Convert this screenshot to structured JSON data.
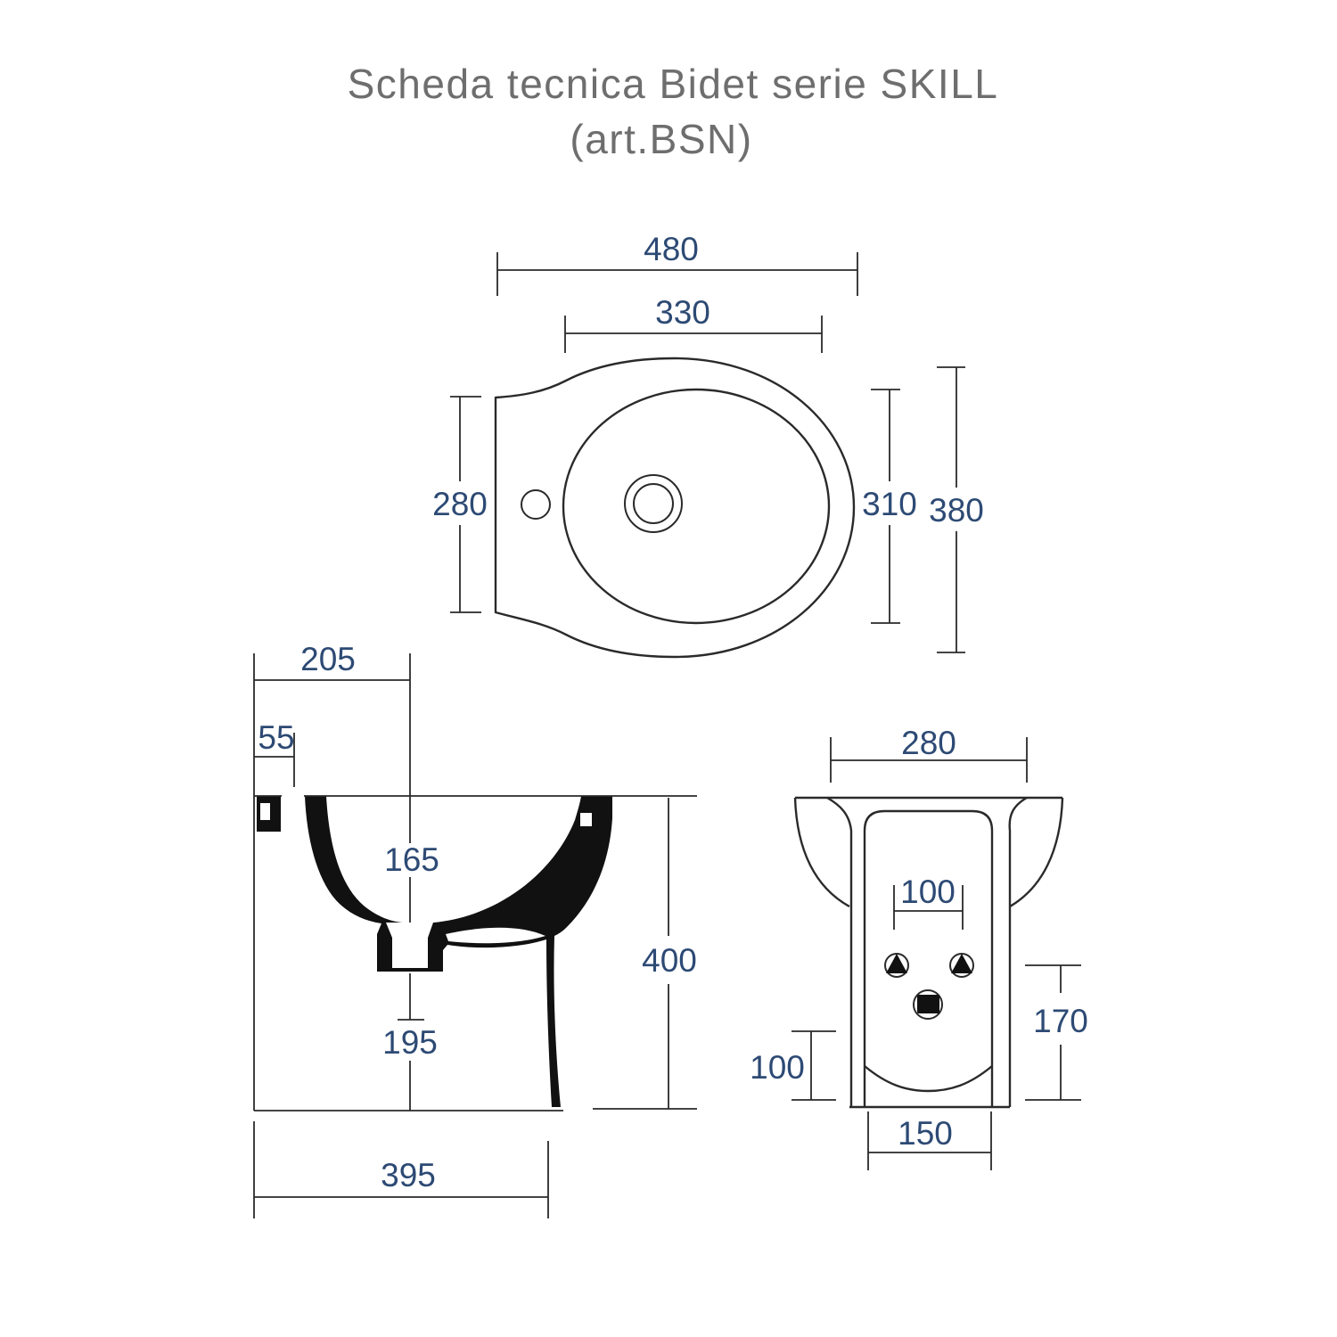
{
  "colors": {
    "dimension_text": "#2d4a74",
    "title_text": "#6e6e6e",
    "line": "#2a2a2a"
  },
  "title": {
    "line1": "Scheda tecnica Bidet serie SKILL",
    "line2": "(art.BSN)"
  },
  "top_view": {
    "width_overall": "480",
    "rim_width": "330",
    "back_edge_height": "280",
    "rim_height": "310",
    "height_overall": "380"
  },
  "side_view": {
    "drain_center_from_back": "205",
    "fixing_slot_from_back": "55",
    "basin_depth": "165",
    "outlet_height": "195",
    "total_height": "400",
    "total_depth": "395"
  },
  "front_view": {
    "top_width": "280",
    "fixing_hole_spacing": "100",
    "base_section_height": "100",
    "fixing_hole_height": "170",
    "base_width": "150"
  }
}
